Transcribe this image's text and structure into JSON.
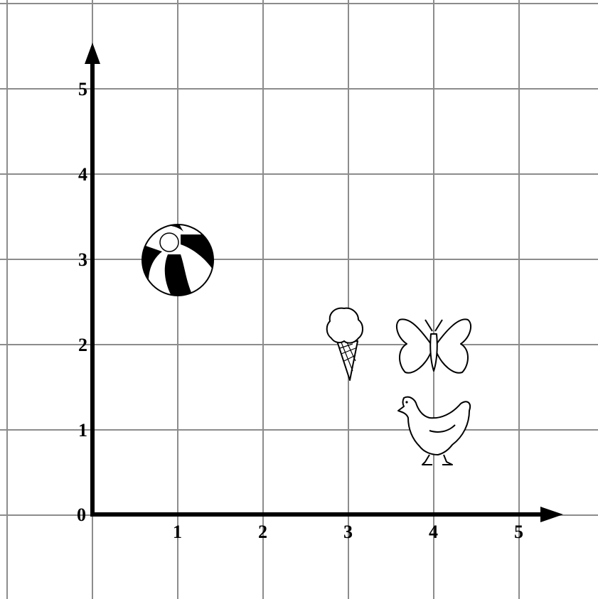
{
  "grid": {
    "x_labels": [
      "1",
      "2",
      "3",
      "4",
      "5"
    ],
    "y_labels": [
      "0",
      "1",
      "2",
      "3",
      "4",
      "5"
    ]
  },
  "objects": [
    {
      "name": "ball",
      "x": 1,
      "y": 3
    },
    {
      "name": "ice-cream",
      "x": 3,
      "y": 2
    },
    {
      "name": "butterfly",
      "x": 4,
      "y": 2
    },
    {
      "name": "hen",
      "x": 4,
      "y": 1
    }
  ],
  "colors": {
    "grid": "#8c8c8c",
    "axis": "#000000"
  }
}
